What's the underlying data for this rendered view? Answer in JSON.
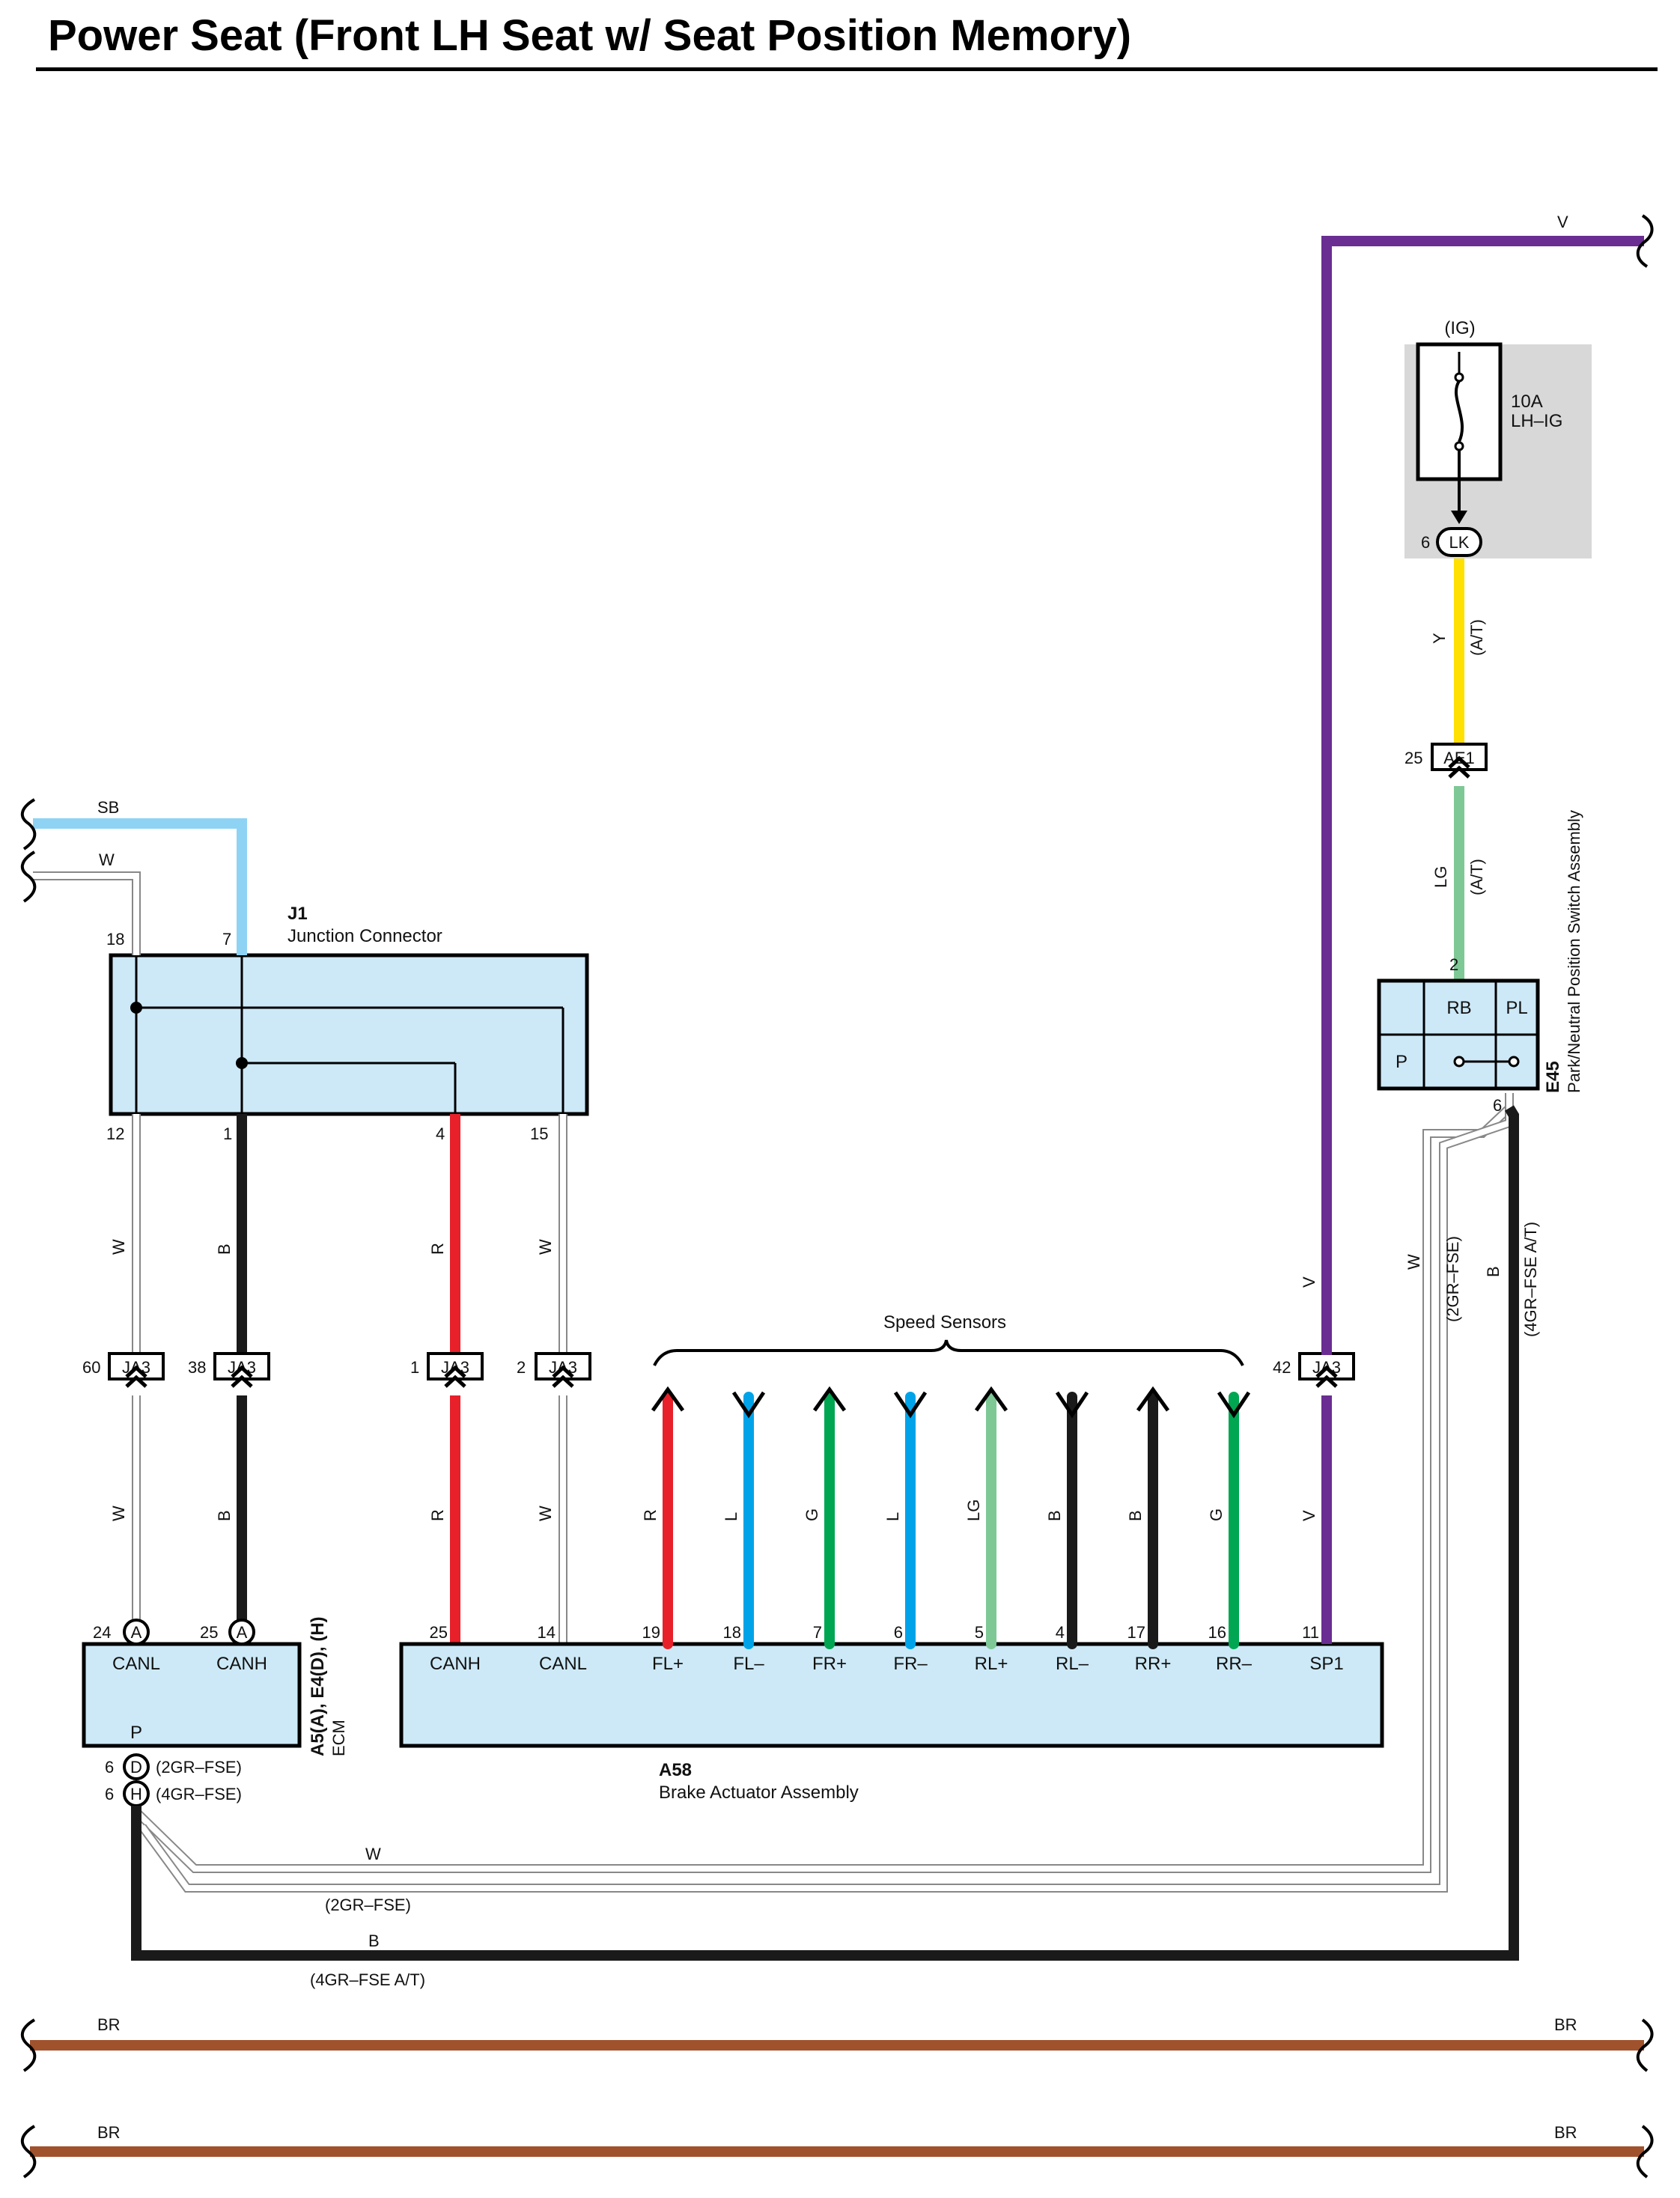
{
  "title": "Power Seat (Front LH Seat w/ Seat Position Memory)",
  "colors": {
    "SB": "#8fd3f4",
    "W": "#ffffff",
    "B": "#1a1a1a",
    "R": "#e8202a",
    "L": "#00a3e8",
    "G": "#00a651",
    "LG": "#7ec896",
    "V": "#6a2d91",
    "Y": "#ffe000",
    "BR": "#a0522d",
    "box_fill": "#cde9f7",
    "relay_fill": "#d8d8d8"
  },
  "j1": {
    "code": "J1",
    "name": "Junction Connector",
    "pins": {
      "top_18": "18",
      "top_7": "7",
      "bot_12": "12",
      "bot_1": "1",
      "bot_4": "4",
      "bot_15": "15"
    }
  },
  "ecm": {
    "code": "A5(A), E4(D), (H)",
    "name": "ECM",
    "pins": {
      "canl": "24",
      "canh": "25",
      "d": "6",
      "h": "6"
    },
    "conn": {
      "canl": "A",
      "canh": "A",
      "d": "D",
      "h": "H"
    },
    "terminals": {
      "canl": "CANL",
      "canh": "CANH",
      "p": "P"
    },
    "variants": {
      "d": "(2GR–FSE)",
      "h": "(4GR–FSE)"
    }
  },
  "a58": {
    "code": "A58",
    "name": "Brake Actuator Assembly",
    "pins": [
      "25",
      "14",
      "19",
      "18",
      "7",
      "6",
      "5",
      "4",
      "17",
      "16",
      "11"
    ],
    "terminals": [
      "CANH",
      "CANL",
      "FL+",
      "FL–",
      "FR+",
      "FR–",
      "RL+",
      "RL–",
      "RR+",
      "RR–",
      "SP1"
    ]
  },
  "speed_sensors": "Speed Sensors",
  "ja3": {
    "label": "JA3",
    "pins": {
      "c1": "60",
      "c2": "38",
      "c3": "1",
      "c4": "2",
      "c5": "42"
    }
  },
  "wires": {
    "sb": "SB",
    "w_top": "W",
    "w1_up": "W",
    "b1_up": "B",
    "r1_up": "R",
    "w2_up": "W",
    "w1_low": "W",
    "b1_low": "B",
    "r1_low": "R",
    "w2_low": "W",
    "sensors": [
      "R",
      "L",
      "G",
      "L",
      "LG",
      "B",
      "B",
      "G"
    ],
    "v_top": "V",
    "v_mid": "V",
    "v_low": "V",
    "y": "Y",
    "y_var": "(A/T)",
    "lg": "LG",
    "lg_var": "(A/T)",
    "w_right": "W",
    "w_right_var": "(2GR–FSE)",
    "b_right": "B",
    "b_right_var": "(4GR–FSE A/T)",
    "w_bottom": "W",
    "w_bottom_var": "(2GR–FSE)",
    "b_bottom": "B",
    "b_bottom_var": "(4GR–FSE A/T)",
    "br1_left": "BR",
    "br1_right": "BR",
    "br2_left": "BR",
    "br2_right": "BR"
  },
  "fuse": {
    "supply": "(IG)",
    "rating": "10A",
    "name": "LH–IG",
    "pin": "6",
    "conn": "LK"
  },
  "ae1": {
    "label": "AE1",
    "pin": "25"
  },
  "e45": {
    "code": "E45",
    "name": "Park/Neutral Position Switch Assembly",
    "pin_in": "2",
    "pin_out": "6",
    "terminals": {
      "rb": "RB",
      "pl": "PL",
      "p": "P"
    }
  }
}
